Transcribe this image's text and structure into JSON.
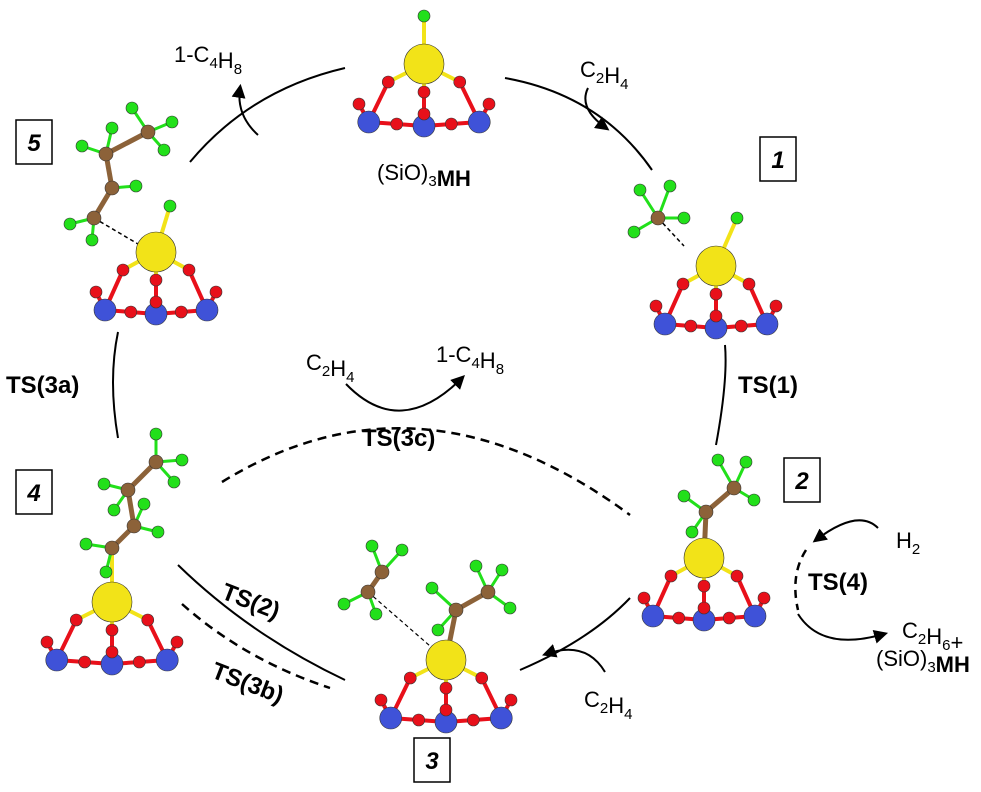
{
  "center": {
    "formula": "(SiO)3MH"
  },
  "boxes": {
    "b1": "1",
    "b2": "2",
    "b3": "3",
    "b4": "4",
    "b5": "5"
  },
  "species": {
    "ethylene_top": "C2H4",
    "ethylene_inner": "C2H4",
    "ethylene_bottom": "C2H4",
    "butene_top": "1-C4H8",
    "butene_inner": "1-C4H8",
    "hydrogen": "H2",
    "ethane_product": "C2H6+",
    "regenerated_site": "(SiO)3MH"
  },
  "transition_states": {
    "ts1": "TS(1)",
    "ts2": "TS(2)",
    "ts3a": "TS(3a)",
    "ts3b": "TS(3b)",
    "ts3c": "TS(3c)",
    "ts4": "TS(4)"
  },
  "colors": {
    "metal": "#f2e318",
    "oxygen": "#e8101a",
    "silicon": "#3f52d8",
    "hydrogen_atom": "#22e01a",
    "carbon": "#8c6239",
    "bond": "#f2e318"
  }
}
